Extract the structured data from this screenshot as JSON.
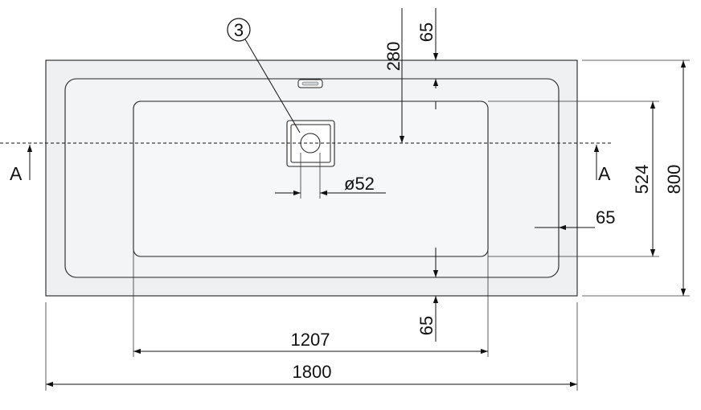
{
  "callout": {
    "number": "3"
  },
  "section": {
    "left": "A",
    "right": "A"
  },
  "dimensions": {
    "overall_length": "1800",
    "basin_length": "1207",
    "overall_width": "800",
    "basin_width": "524",
    "drain_offset": "280",
    "rim_top": "65",
    "rim_bottom": "65",
    "rim_right": "65",
    "drain_diameter": "ø52"
  },
  "colors": {
    "outer_fill": "#eef0f2",
    "inner_fill": "#f6f7f8",
    "line": "#111111"
  }
}
